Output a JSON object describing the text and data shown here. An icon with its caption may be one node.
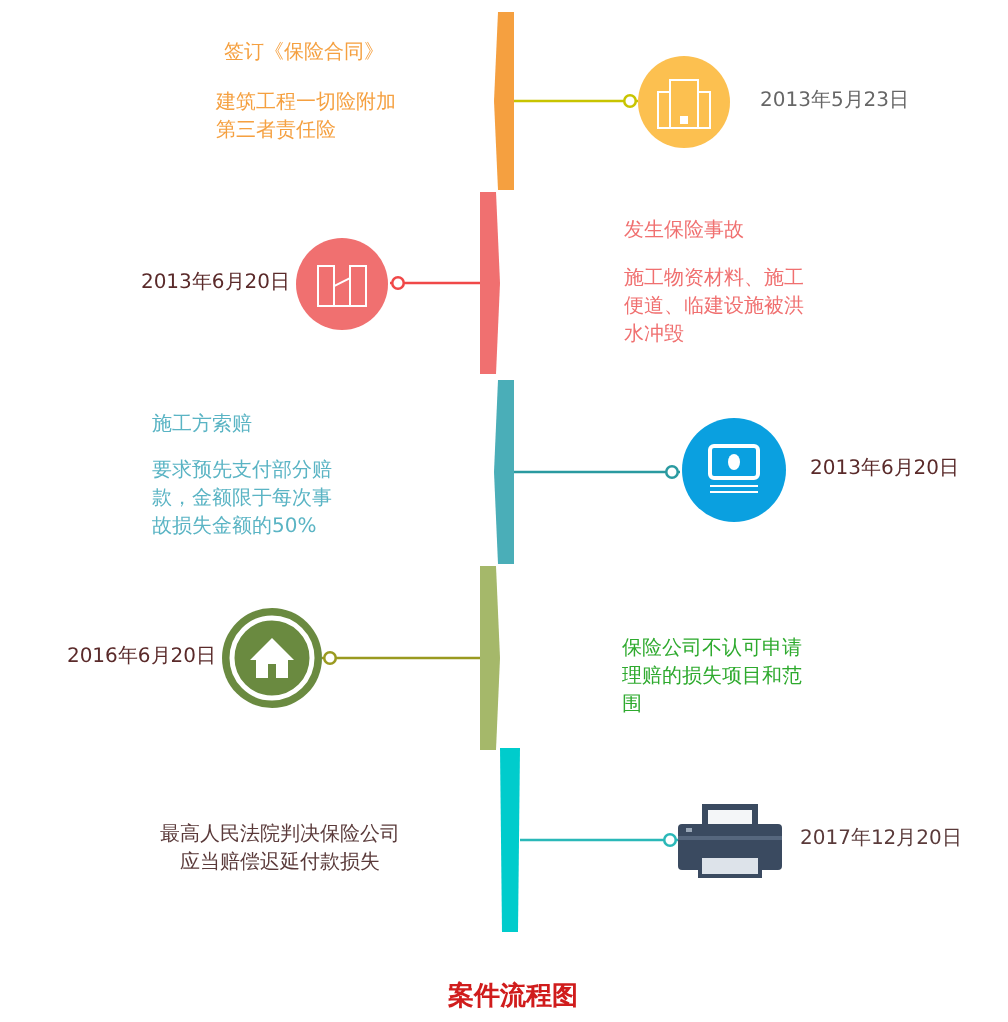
{
  "diagram": {
    "title": "案件流程图",
    "nodes": [
      {
        "text": [],
        "shape": "bar",
        "beside": [
          "签订《保险合同》",
          "建筑工程一切险附加第三者责任险"
        ]
      },
      {
        "text": [],
        "shape": "circle",
        "beside": [
          "2013年5月23日"
        ]
      },
      {
        "text": [],
        "shape": "bar",
        "beside": [
          "发生保险事故",
          "施工物资材料、施工便道、临建设施被洪水冲毁"
        ]
      },
      {
        "text": [],
        "shape": "circle",
        "beside": [
          "2013年6月20日"
        ]
      },
      {
        "text": [],
        "shape": "bar",
        "beside": [
          "施工方索赔",
          "要求预先支付部分赔款，金额限于每次事故损失金额的50%"
        ]
      },
      {
        "text": [],
        "shape": "circle",
        "beside": [
          "2013年6月20日"
        ]
      },
      {
        "text": [],
        "shape": "bar"
      },
      {
        "text": [],
        "shape": "circle",
        "beside": [
          "2016年6月20日"
        ]
      },
      {
        "text": [],
        "shape": "bar"
      },
      {
        "text": [],
        "shape": "picture",
        "beside": [
          "2017年12月20日"
        ]
      }
    ],
    "edges": [
      {
        "from": 0,
        "to": 1,
        "arrow": "other",
        "color": "#c8c400"
      },
      {
        "from": 2,
        "to": 3,
        "arrow": "other",
        "color": "#f04848"
      },
      {
        "from": 4,
        "to": 5,
        "arrow": "other",
        "color": "#2a9aa0"
      },
      {
        "from": 6,
        "to": 7,
        "arrow": "other",
        "color": "#9a9a20"
      },
      {
        "from": 8,
        "to": 9,
        "arrow": "other",
        "color": "#2ab8b8"
      }
    ],
    "labels": [
      "保险公司不认可申请理赔的损失项目和范围",
      "最高人民法院判决保险公司应当赔偿迟延付款损失"
    ]
  }
}
